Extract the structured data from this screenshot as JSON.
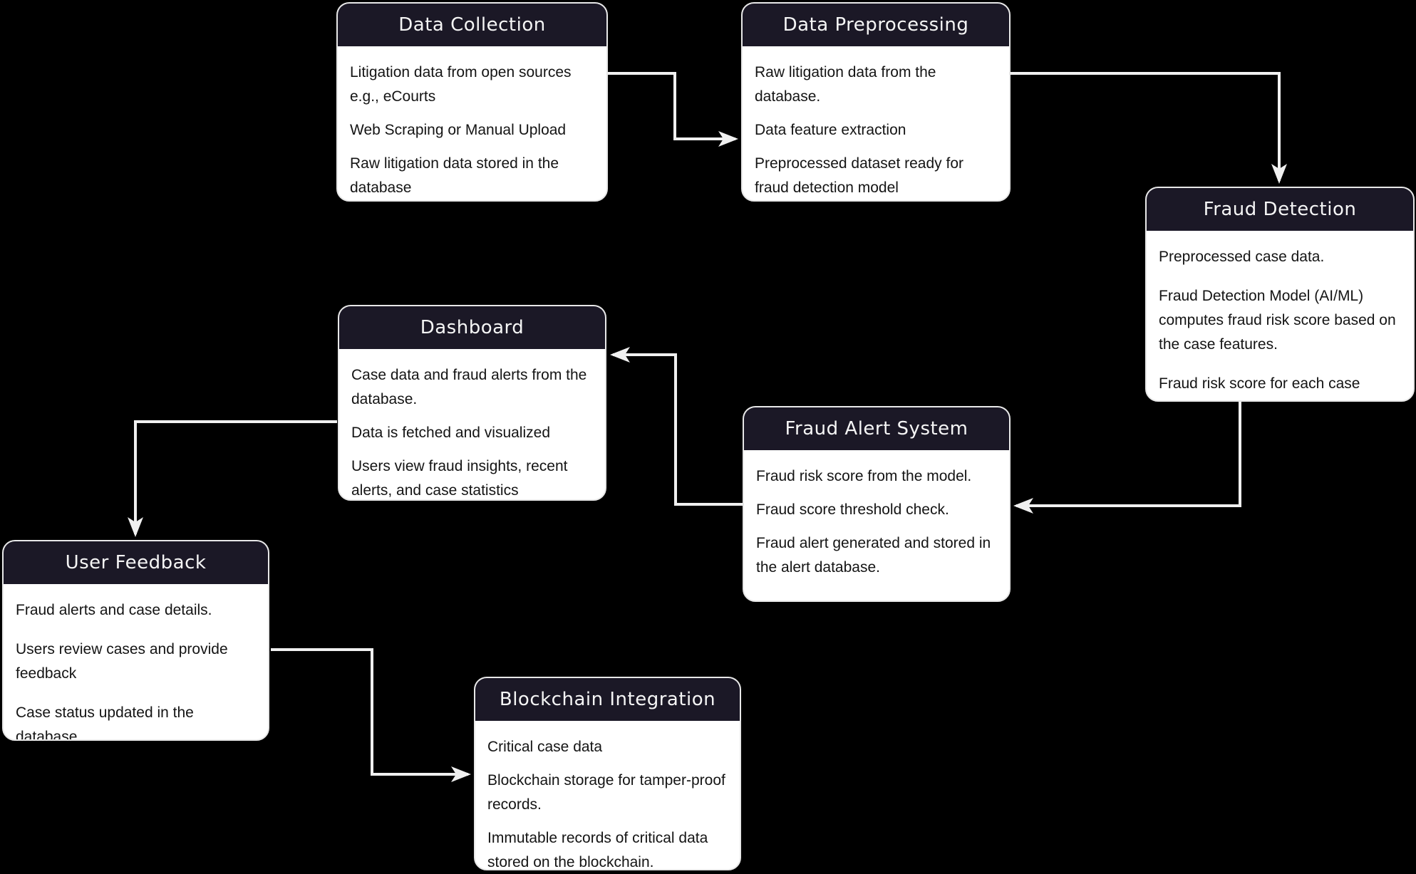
{
  "canvas": {
    "background_color": "#000000",
    "node_body_color": "#ffffff",
    "node_header_color": "#1b1826",
    "node_header_text_color": "#f5f5f5",
    "node_body_text_color": "#141414",
    "connector_color": "#f0f0f0"
  },
  "nodes": [
    {
      "id": "data-collection",
      "title": "Data Collection",
      "items": [
        "Litigation data from open sources e.g., eCourts",
        "Web Scraping or Manual Upload",
        "Raw litigation data stored in the database"
      ]
    },
    {
      "id": "data-preprocessing",
      "title": "Data Preprocessing",
      "items": [
        "Raw litigation data from the database.",
        "Data feature extraction",
        "Preprocessed dataset ready for fraud detection model"
      ]
    },
    {
      "id": "fraud-detection",
      "title": "Fraud Detection",
      "items": [
        "Preprocessed case data.",
        "Fraud Detection Model (AI/ML) computes fraud risk score based on the case features.",
        "Fraud risk score for each case"
      ]
    },
    {
      "id": "dashboard",
      "title": "Dashboard",
      "items": [
        "Case data and fraud alerts from the database.",
        "Data is fetched and visualized",
        "Users view fraud insights, recent alerts, and case statistics"
      ]
    },
    {
      "id": "fraud-alert-system",
      "title": "Fraud Alert System",
      "items": [
        "Fraud risk score from the model.",
        "Fraud score threshold check.",
        "Fraud alert generated and stored in the alert database."
      ]
    },
    {
      "id": "user-feedback",
      "title": "User Feedback",
      "items": [
        "Fraud alerts and case details.",
        "Users  review cases and provide feedback",
        "Case status updated in the database."
      ]
    },
    {
      "id": "blockchain-integration",
      "title": "Blockchain Integration",
      "items": [
        "Critical case data",
        "Blockchain storage for tamper-proof records.",
        "Immutable records of critical data stored on the blockchain."
      ]
    }
  ],
  "edges": [
    {
      "from": "data-collection",
      "to": "data-preprocessing"
    },
    {
      "from": "data-preprocessing",
      "to": "fraud-detection"
    },
    {
      "from": "fraud-detection",
      "to": "fraud-alert-system"
    },
    {
      "from": "fraud-alert-system",
      "to": "dashboard"
    },
    {
      "from": "dashboard",
      "to": "user-feedback"
    },
    {
      "from": "user-feedback",
      "to": "blockchain-integration"
    }
  ]
}
